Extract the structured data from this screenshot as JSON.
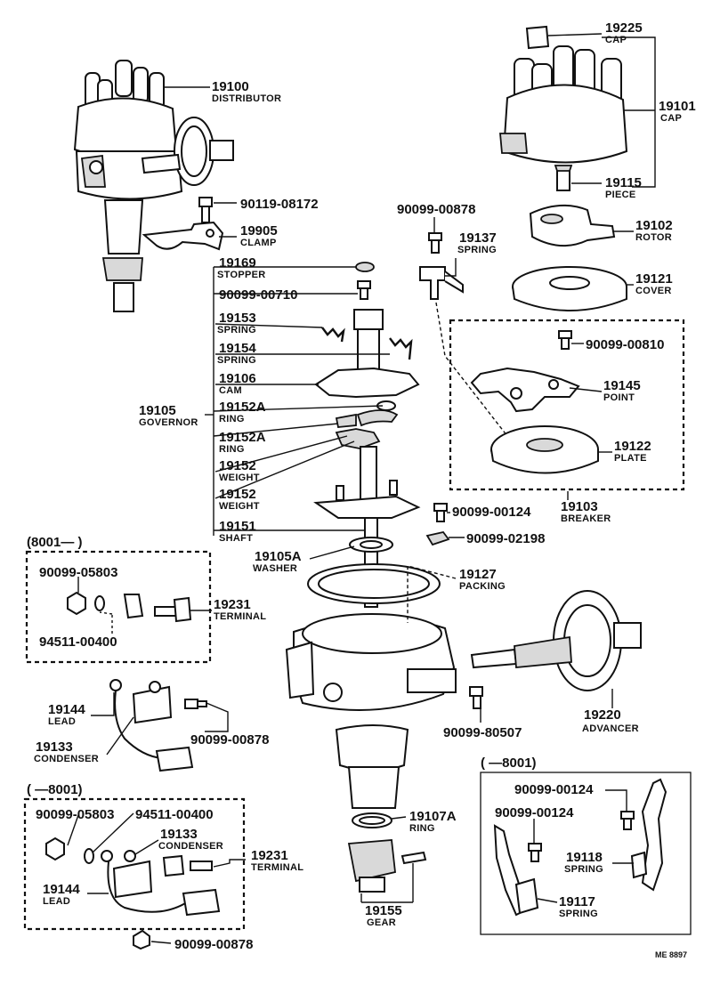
{
  "labels": {
    "distributor": {
      "num": "19100",
      "name": "DISTRIBUTOR"
    },
    "bolt_08172": {
      "num": "90119-08172"
    },
    "clamp": {
      "num": "19905",
      "name": "CLAMP"
    },
    "cap_piece": {
      "num": "19225",
      "name": "CAP"
    },
    "cap": {
      "num": "19101",
      "name": "CAP"
    },
    "piece": {
      "num": "19115",
      "name": "PIECE"
    },
    "screw_00878a": {
      "num": "90099-00878"
    },
    "spring_19137": {
      "num": "19137",
      "name": "SPRING"
    },
    "rotor": {
      "num": "19102",
      "name": "ROTOR"
    },
    "cover": {
      "num": "19121",
      "name": "COVER"
    },
    "stopper": {
      "num": "19169",
      "name": "STOPPER"
    },
    "screw_00710": {
      "num": "90099-00710"
    },
    "spring_19153": {
      "num": "19153",
      "name": "SPRING"
    },
    "spring_19154": {
      "num": "19154",
      "name": "SPRING"
    },
    "cam": {
      "num": "19106",
      "name": "CAM"
    },
    "governor": {
      "num": "19105",
      "name": "GOVERNOR"
    },
    "ring_a1": {
      "num": "19152A",
      "name": "RING"
    },
    "ring_a2": {
      "num": "19152A",
      "name": "RING"
    },
    "weight1": {
      "num": "19152",
      "name": "WEIGHT"
    },
    "weight2": {
      "num": "19152",
      "name": "WEIGHT"
    },
    "shaft": {
      "num": "19151",
      "name": "SHAFT"
    },
    "screw_00810": {
      "num": "90099-00810"
    },
    "point": {
      "num": "19145",
      "name": "POINT"
    },
    "plate": {
      "num": "19122",
      "name": "PLATE"
    },
    "breaker": {
      "num": "19103",
      "name": "BREAKER"
    },
    "screw_00124a": {
      "num": "90099-00124"
    },
    "nut_02198": {
      "num": "90099-02198"
    },
    "washer": {
      "num": "19105A",
      "name": "WASHER"
    },
    "packing": {
      "num": "19127",
      "name": "PACKING"
    },
    "advancer": {
      "num": "19220",
      "name": "ADVANCER"
    },
    "screw_80507": {
      "num": "90099-80507"
    },
    "ring_19107a": {
      "num": "19107A",
      "name": "RING"
    },
    "gear": {
      "num": "19155",
      "name": "GEAR"
    }
  },
  "box1": {
    "range": "(8001—      )",
    "nut": "90099-05803",
    "washer": "94511-00400",
    "terminal": {
      "num": "19231",
      "name": "TERMINAL"
    }
  },
  "mid_parts": {
    "lead": {
      "num": "19144",
      "name": "LEAD"
    },
    "condenser": {
      "num": "19133",
      "name": "CONDENSER"
    },
    "screw": "90099-00878"
  },
  "box2": {
    "range": "(      —8001)",
    "nut": "90099-05803",
    "washer": "94511-00400",
    "condenser": {
      "num": "19133",
      "name": "CONDENSER"
    },
    "terminal": {
      "num": "19231",
      "name": "TERMINAL"
    },
    "lead": {
      "num": "19144",
      "name": "LEAD"
    },
    "screw": "90099-00878"
  },
  "box3": {
    "range": "(      —8001)",
    "screw1": "90099-00124",
    "screw2": "90099-00124",
    "spring_19118": {
      "num": "19118",
      "name": "SPRING"
    },
    "spring_19117": {
      "num": "19117",
      "name": "SPRING"
    }
  },
  "footer_code": "ME  8897"
}
